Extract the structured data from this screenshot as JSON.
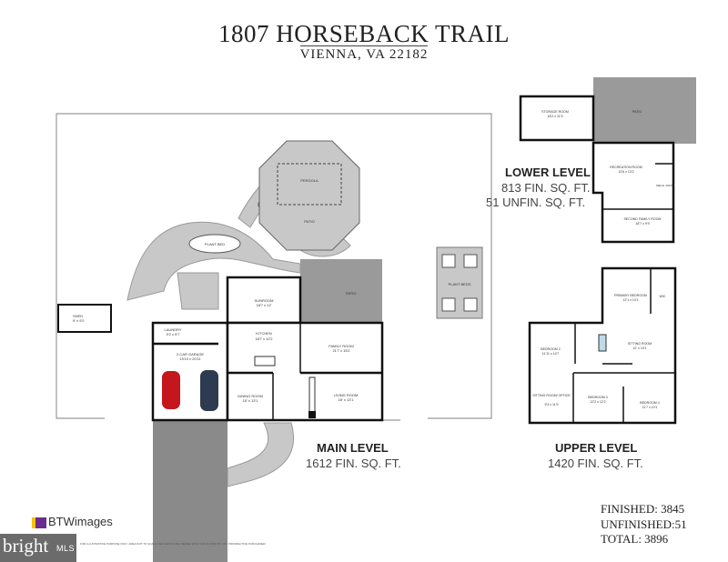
{
  "header": {
    "title": "1807 HORSEBACK TRAIL",
    "subtitle": "VIENNA, VA 22182"
  },
  "main_level": {
    "label": "MAIN LEVEL",
    "sqft": "1612 FIN. SQ. FT.",
    "rooms": {
      "sunroom": "SUNROOM",
      "sunroom_dim": "18'7 x 12'",
      "kitchen": "KITCHEN",
      "kitchen_dim": "18'7 x 12'2",
      "laundry": "LAUNDRY",
      "laundry_dim": "9'2 x 5'7",
      "garage": "2-CAR GARAGE",
      "garage_dim": "19'10 x 20'11",
      "family": "FAMILY ROOM",
      "family_dim": "21'7 x 15'2",
      "dining": "DINING ROOM",
      "dining_dim": "15' x 13'1",
      "living": "LIVING ROOM",
      "living_dim": "18' x 13'1",
      "patio": "PATIO",
      "pergola": "PERGOLA",
      "pergola_patio": "PATIO",
      "plant_bed": "PLANT BED",
      "plant_beds": "PLANT BEDS",
      "shed": "SHED",
      "shed_dim": "9' x 9'2"
    }
  },
  "lower_level": {
    "label": "LOWER LEVEL",
    "fin": "813 FIN. SQ. FT.",
    "unfin": "51 UNFIN. SQ. FT.",
    "rooms": {
      "storage": "STORAGE ROOM",
      "storage_dim": "18'2 x 11'9",
      "patio": "PATIO",
      "rec": "RECREATION ROOM",
      "rec_dim": "13'6 x 13'2",
      "family2": "SECOND FAMILY ROOM",
      "family2_dim": "18'7 x 9'9",
      "mech": "MECH. ROOM"
    }
  },
  "upper_level": {
    "label": "UPPER LEVEL",
    "sqft": "1420 FIN. SQ. FT.",
    "rooms": {
      "primary": "PRIMARY BEDROOM",
      "primary_dim": "12'1 x 13'1",
      "wic": "WIC",
      "sitting": "SITTING ROOM",
      "sitting_dim": "12' x 10'1",
      "bed2": "BEDROOM 2",
      "bed2_dim": "11'11 x 14'7",
      "office": "SITTING ROOM/ OFFICE",
      "office_dim": "9'3 x 11'9",
      "bed3": "BEDROOM 3",
      "bed3_dim": "12'2 x 12'2",
      "bed4": "BEDROOM 4",
      "bed4_dim": "11'7 x 10'1"
    }
  },
  "totals": {
    "finished": "FINISHED: 3845",
    "unfinished": "UNFINISHED:51",
    "total": "TOTAL: 3896"
  },
  "branding": {
    "btw": "BTWimages",
    "bright": "bright",
    "mls": "MLS",
    "disclaimer": "FOR ILLUSTRATIVE PURPOSE ONLY. AREA NOT TO SCALE AND SHOULD BE VIEWED WITH THIS IN MIND BY ANY PROSPECTIVE PURCHASER"
  },
  "colors": {
    "wall": "#111111",
    "paving": "#9a9a9a",
    "stone": "#c8c8c8",
    "bright_bg": "#6b6b6b"
  }
}
